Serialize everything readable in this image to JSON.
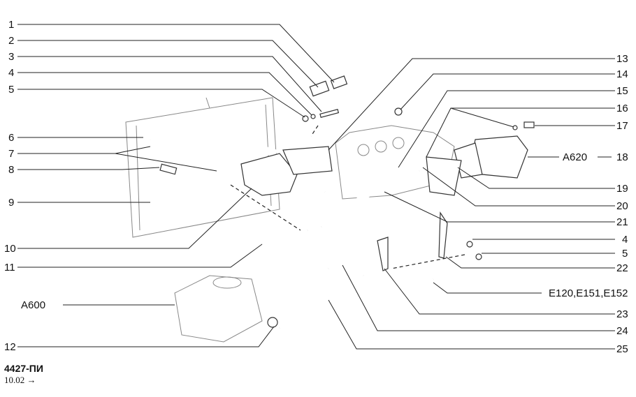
{
  "left_labels": [
    "1",
    "2",
    "3",
    "4",
    "5",
    "6",
    "7",
    "8",
    "9",
    "10",
    "11",
    "A600",
    "12"
  ],
  "right_labels": [
    "13",
    "14",
    "15",
    "16",
    "17",
    "18",
    "19",
    "20",
    "21",
    "4",
    "5",
    "22",
    "E120,E151,E152",
    "23",
    "24",
    "25"
  ],
  "ref_18": "A620",
  "drawing_code": "4427-ПИ",
  "date_note": "10.02 →"
}
